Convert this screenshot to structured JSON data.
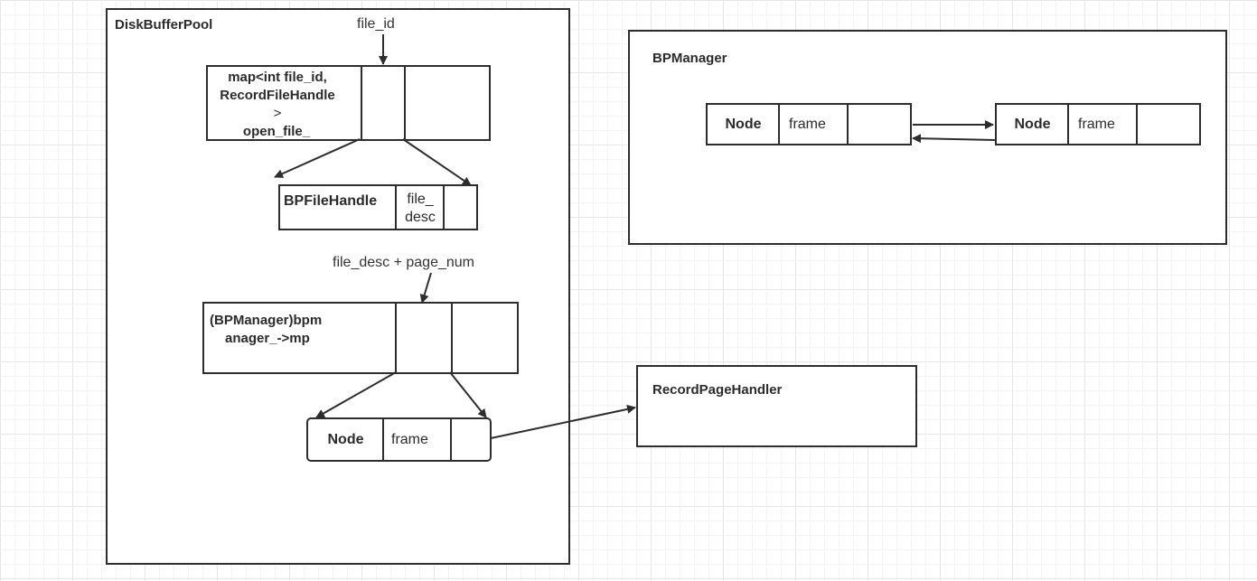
{
  "disk_buffer_pool": {
    "title": "DiskBufferPool",
    "file_id_label": "file_id",
    "map_label_line1": "map<int file_id,",
    "map_label_line2": "RecordFileHandle",
    "map_label_line3": ">",
    "map_label_line4": "open_file_",
    "bp_file_handle": {
      "title": "BPFileHandle",
      "field_line1": "file_",
      "field_line2": "desc"
    },
    "file_desc_page_label": "file_desc + page_num",
    "bpm_label_line1": "(BPManager)bpm",
    "bpm_label_line2": "anager_->mp",
    "node": {
      "title": "Node",
      "field": "frame"
    }
  },
  "bp_manager": {
    "title": "BPManager",
    "nodes": [
      {
        "title": "Node",
        "field": "frame"
      },
      {
        "title": "Node",
        "field": "frame"
      }
    ]
  },
  "record_page_handler": {
    "title": "RecordPageHandler"
  }
}
